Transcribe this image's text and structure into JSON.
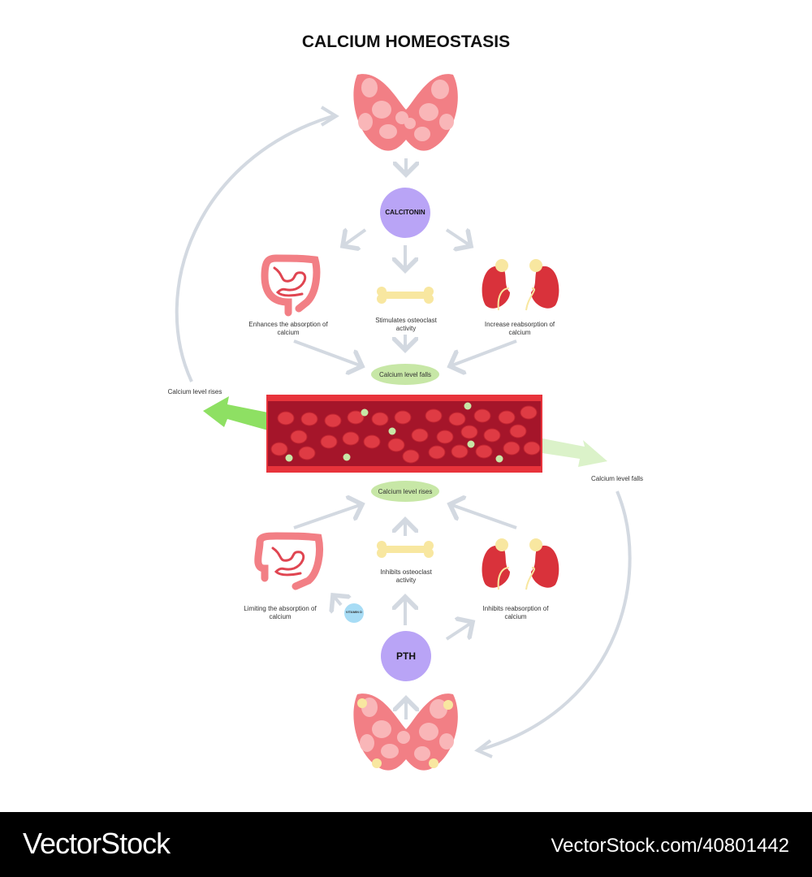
{
  "title": "CALCIUM HOMEOSTASIS",
  "top": {
    "hormone": "CALCITONIN",
    "intestine_label": "Enhances the absorption of calcium",
    "bone_label": "Stimulates osteoclast activity",
    "kidney_label": "Increase reabsorption of calcium",
    "result": "Calcium level falls"
  },
  "sides": {
    "left_label": "Calcium level rises",
    "right_label": "Calcium level falls"
  },
  "bottom": {
    "hormone": "PTH",
    "result": "Calcium level rises",
    "intestine_label": "Limiting  the absorption of calcium",
    "bone_label": "Inhibits osteoclast activity",
    "kidney_label": "Inhibits reabsorption of calcium",
    "vitamin": "VITAMIN D"
  },
  "footer": {
    "brand": "VectorStock",
    "image_id": "VectorStock.com/40801442"
  },
  "colors": {
    "gland": "#f27f85",
    "gland_cell": "#f9b6b8",
    "hormone_circle": "#b9a4f6",
    "result_ellipse": "#c7e7a6",
    "arrow": "#d3d9e1",
    "rise_arrow": "#8ee063",
    "fall_arrow": "#dbf2c9",
    "vessel_wall": "#e8333b",
    "vessel_lumen": "#a5152a",
    "rbc": "#df3b44",
    "bone": "#f8e7a0",
    "kidney": "#d9323b",
    "vitamin": "#a7dcf5",
    "footer": "#000000"
  }
}
